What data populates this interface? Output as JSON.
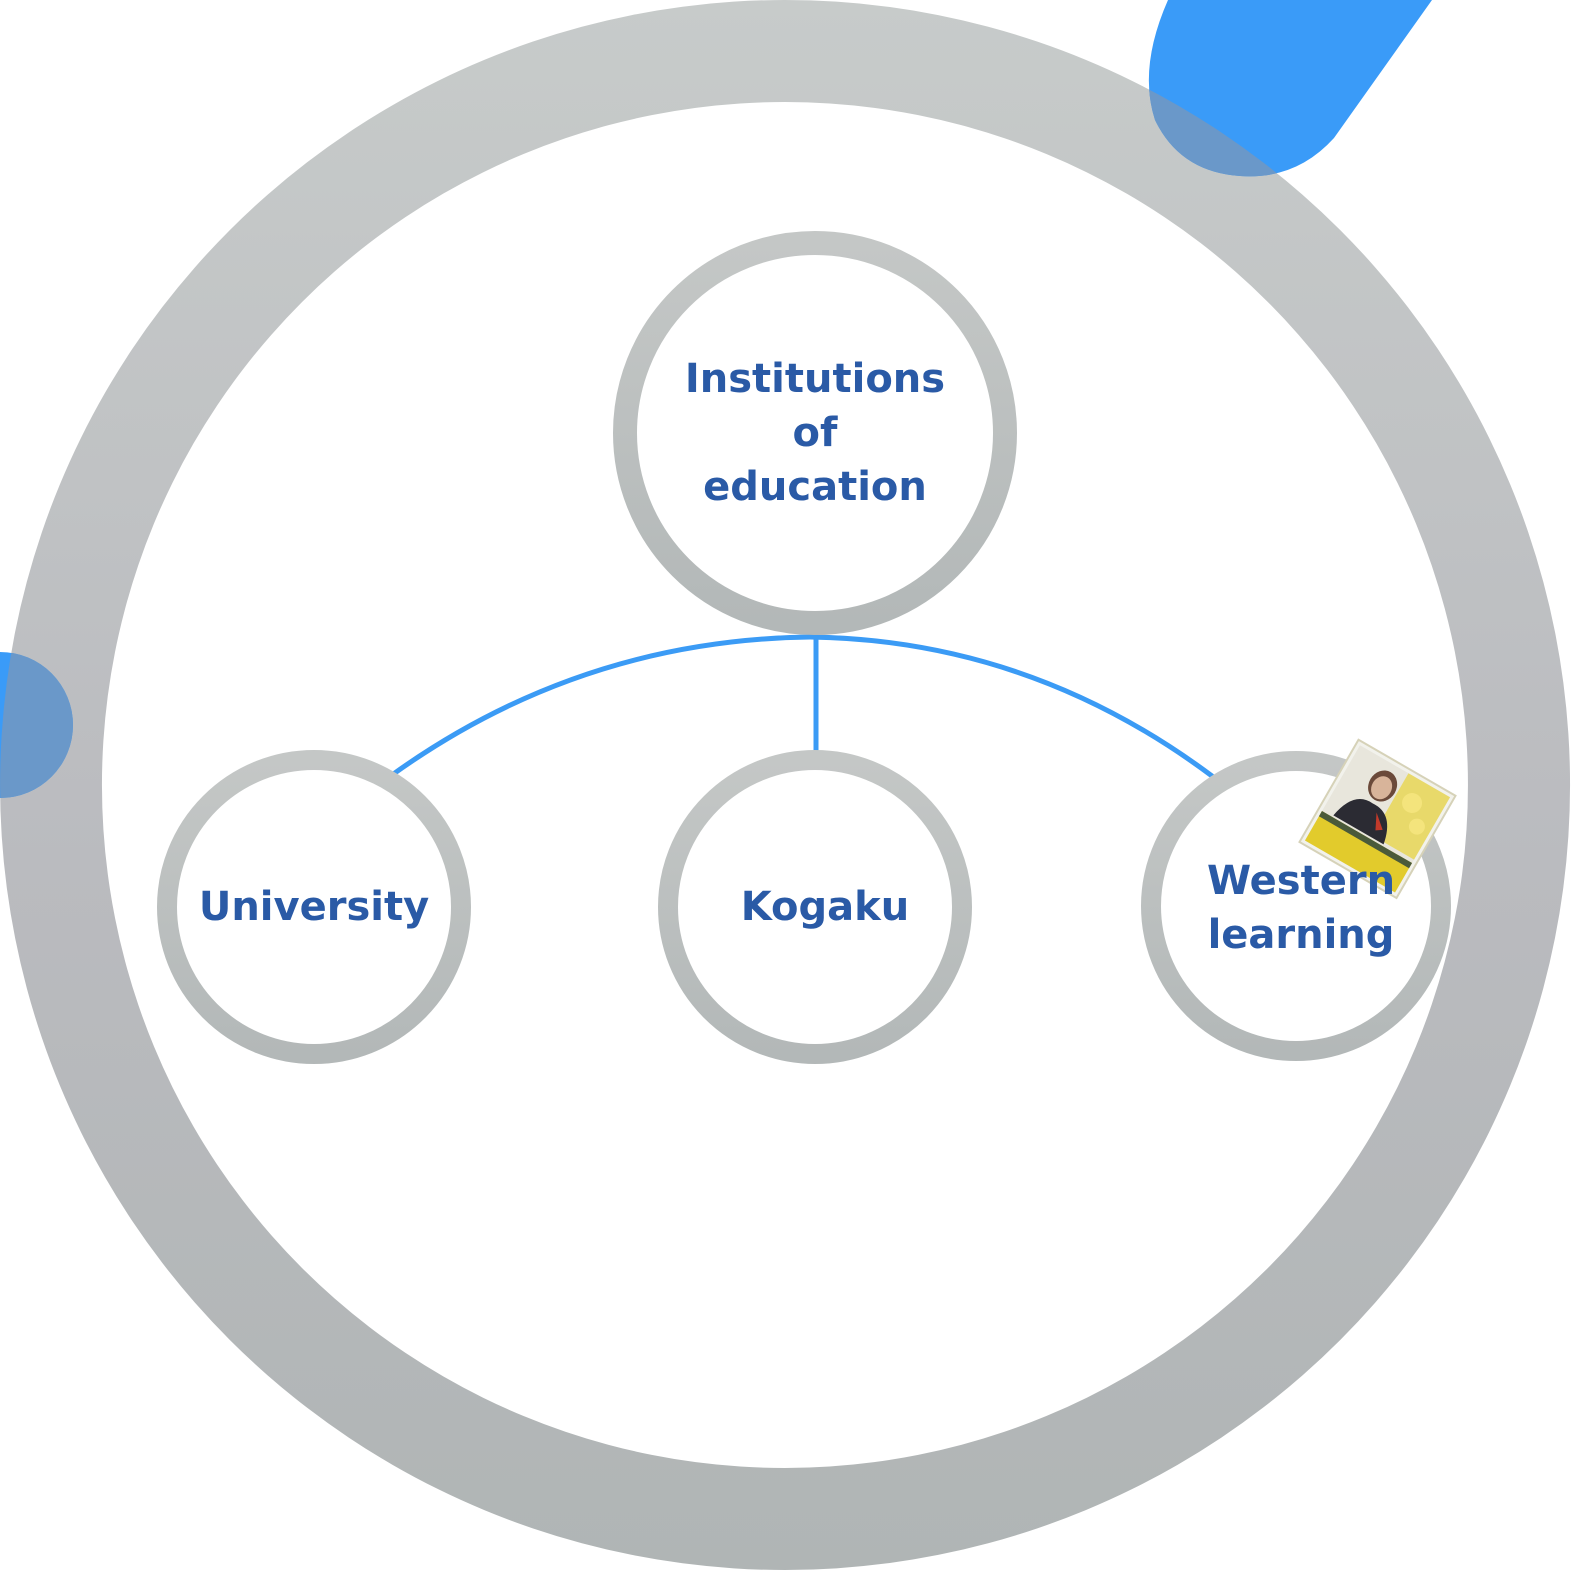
{
  "diagram": {
    "root": {
      "label": "Institutions\nof\neducation"
    },
    "children": [
      {
        "label": "University"
      },
      {
        "label": "Kogaku"
      },
      {
        "label": "Western\nlearning"
      }
    ]
  },
  "colors": {
    "ring": "#c2c5c7",
    "node_ring": "#b9bcbe",
    "connector": "#3b9bf5",
    "accent": "#3b9bf5",
    "accent_overlap": "#6a96c8",
    "text": "#2a5aa6"
  },
  "images": [
    {
      "name": "portrait-thumbnail",
      "description_icon": "portrait-icon"
    }
  ]
}
